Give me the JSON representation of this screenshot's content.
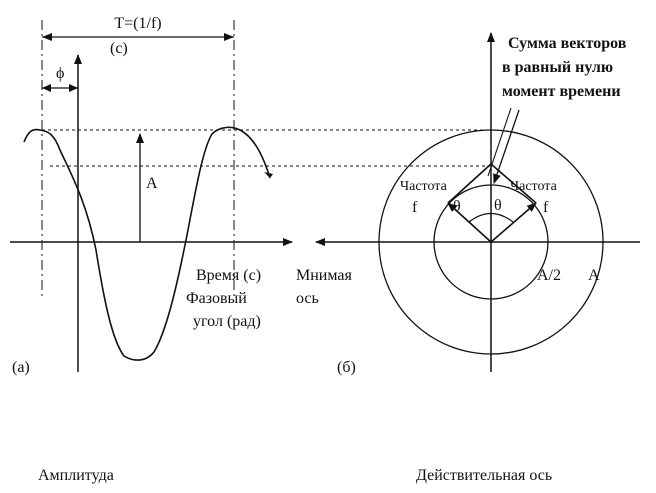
{
  "left_panel": {
    "period_label": "T=(1/f)",
    "period_unit": "(c)",
    "phase_symbol": "ϕ",
    "amplitude_symbol": "A",
    "time_axis_label": "Время (с)",
    "phase_axis_label_1": "Фазовый",
    "phase_axis_label_2": "угол (рад)",
    "panel_tag": "(а)",
    "y_axis_label": "Амплитуда"
  },
  "right_panel": {
    "imag_axis_label_1": "Мнимая",
    "imag_axis_label_2": "ось",
    "sum_label_1": "Сумма векторов",
    "sum_label_2": "в равный нулю",
    "sum_label_3": "момент времени",
    "freq_left_label": "Частота",
    "freq_left_symbol": "f",
    "freq_right_label": "Частота",
    "freq_right_symbol": "f",
    "theta_left": "θ",
    "theta_right": "θ",
    "half_amp_label": "A/2",
    "amp_label": "A",
    "panel_tag": "(б)",
    "real_axis_label": "Действительная ось"
  }
}
